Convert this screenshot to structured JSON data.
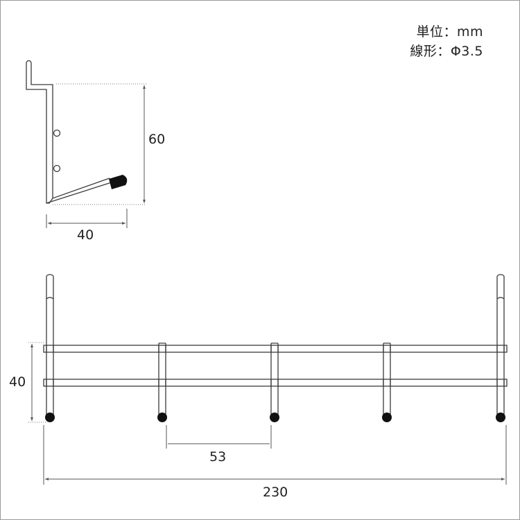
{
  "spec": {
    "unit": "単位：mm",
    "wire": "線形：Φ3.5"
  },
  "dimensions": {
    "side_height": "60",
    "side_depth": "40",
    "front_height": "40",
    "hook_pitch": "53",
    "total_width": "230"
  },
  "colors": {
    "line": "#3a3a3a",
    "cap": "#111111",
    "frame_border": "#9a9a9a"
  }
}
